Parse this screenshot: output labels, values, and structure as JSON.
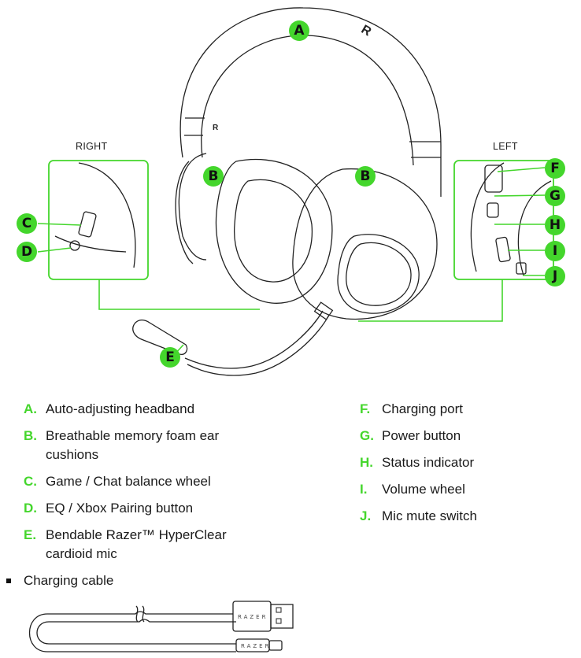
{
  "labels": {
    "right": "RIGHT",
    "left": "LEFT"
  },
  "callouts": [
    "A",
    "B",
    "B",
    "C",
    "D",
    "E",
    "F",
    "G",
    "H",
    "I",
    "J"
  ],
  "legend_left": [
    {
      "letter": "A.",
      "text": "Auto-adjusting headband"
    },
    {
      "letter": "B.",
      "text": "Breathable memory foam ear cushions"
    },
    {
      "letter": "C.",
      "text": "Game / Chat balance wheel"
    },
    {
      "letter": "D.",
      "text": "EQ / Xbox Pairing button"
    },
    {
      "letter": "E.",
      "text": "Bendable Razer™ HyperClear cardioid mic"
    }
  ],
  "legend_right": [
    {
      "letter": "F.",
      "text": "Charging port"
    },
    {
      "letter": "G.",
      "text": "Power button"
    },
    {
      "letter": "H.",
      "text": "Status indicator"
    },
    {
      "letter": "I.",
      "text": "Volume wheel"
    },
    {
      "letter": "J.",
      "text": "Mic mute switch"
    }
  ],
  "bullet": "Charging cable",
  "brand_text": "RAZER",
  "headband_marks": [
    "R",
    "R"
  ],
  "colors": {
    "accent": "#44d62c",
    "line": "#222222"
  }
}
